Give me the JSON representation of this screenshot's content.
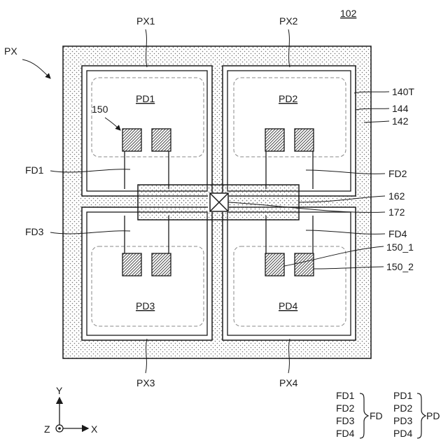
{
  "figure": {
    "ref": "102",
    "pixel_array": "PX",
    "pixels": [
      "PX1",
      "PX2",
      "PX3",
      "PX4"
    ],
    "photodiodes": [
      "PD1",
      "PD2",
      "PD3",
      "PD4"
    ],
    "floating_diffusions": [
      "FD1",
      "FD2",
      "FD3",
      "FD4"
    ],
    "transfer_gate": "150",
    "transfer_gates": [
      "150_1",
      "150_2"
    ],
    "layers": {
      "outer": "140T",
      "mid": "144",
      "fill": "142"
    },
    "contact_region": "162",
    "contact": "172"
  },
  "axes": {
    "y": "Y",
    "x": "X",
    "z": "Z"
  },
  "legend": {
    "fd_items": [
      "FD1",
      "FD2",
      "FD3",
      "FD4"
    ],
    "fd_group": "FD",
    "pd_items": [
      "PD1",
      "PD2",
      "PD3",
      "PD4"
    ],
    "pd_group": "PD"
  },
  "colors": {
    "line": "#1a1a1a",
    "dots": "#777777",
    "dash": "#888888"
  }
}
